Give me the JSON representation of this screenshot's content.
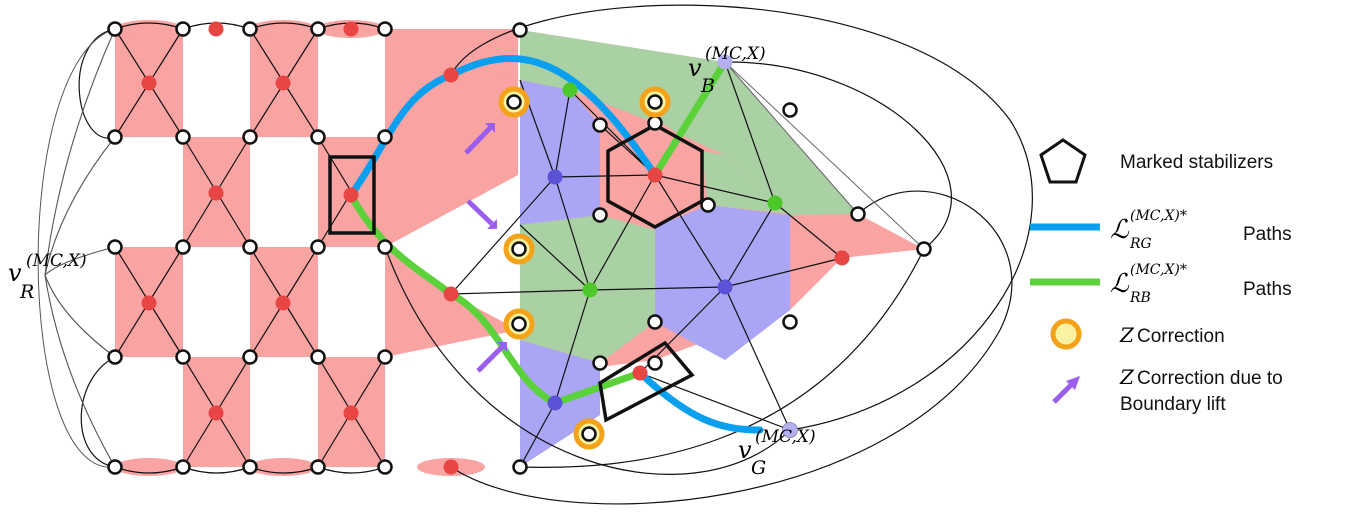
{
  "colors": {
    "red_face": "#f9a3a3",
    "green_face": "#a9d1a4",
    "blue_face": "#aaa5f5",
    "red_node": "#e84545",
    "green_node": "#4cc82a",
    "blue_node": "#5b53d6",
    "light_blue_node": "#b4aef2",
    "rg_path": "#0aa0ef",
    "rb_path": "#5bd13a",
    "correction_ring": "#f3a21a",
    "correction_fill": "#f9f3a1",
    "lift_arrow": "#9b5cf0",
    "edge": "#111111"
  },
  "vertex_labels": {
    "vR": {
      "base": "v",
      "sub": "R",
      "sup": "(MC,X)"
    },
    "vB": {
      "base": "v",
      "sub": "B",
      "sup": "(MC,X)"
    },
    "vG": {
      "base": "v",
      "sub": "G",
      "sup": "(MC,X)"
    }
  },
  "legend": {
    "marked": "Marked stabilizers",
    "rg": {
      "base": "ℒ",
      "sub": "RG",
      "sup": "(MC,X)*",
      "suffix": "Paths"
    },
    "rb": {
      "base": "ℒ",
      "sub": "RB",
      "sup": "(MC,X)*",
      "suffix": "Paths"
    },
    "z_correction": {
      "symbol": "Z",
      "text": "Correction"
    },
    "z_lift": {
      "symbol": "Z",
      "line1": "Correction due to",
      "line2": "Boundary lift"
    }
  }
}
